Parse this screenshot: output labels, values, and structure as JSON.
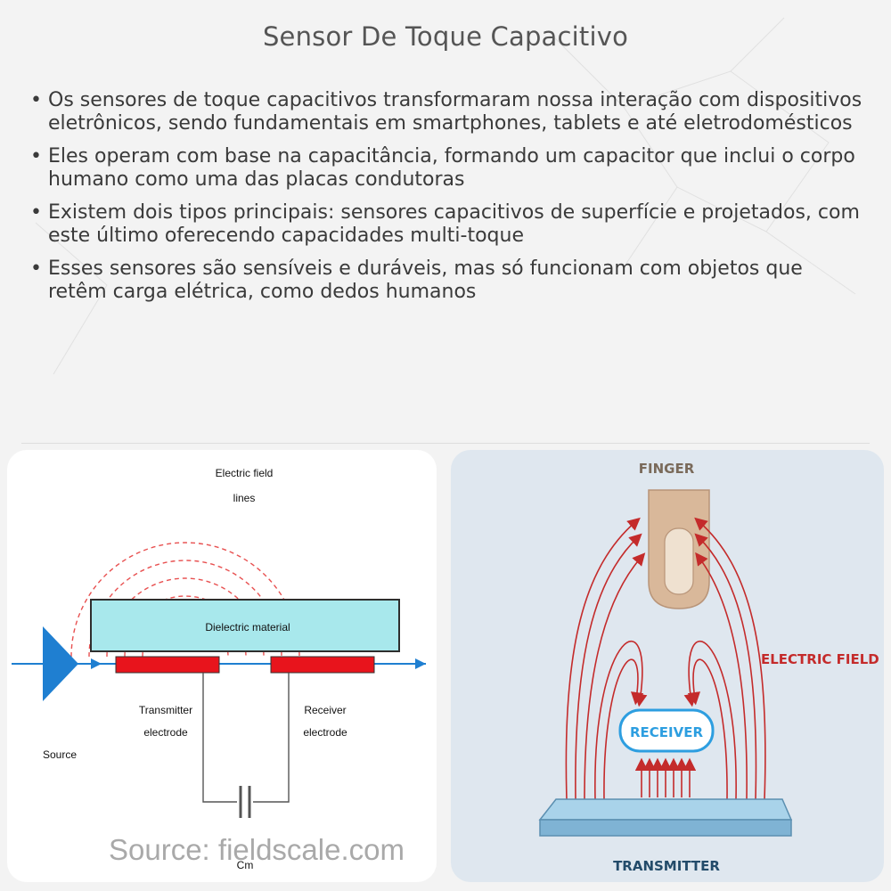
{
  "title": "Sensor De Toque Capacitivo",
  "bullets": [
    "Os sensores de toque capacitivos transformaram nossa interação com dispositivos eletrônicos, sendo fundamentais em smartphones, tablets e até eletrodomésticos",
    "Eles operam com base na capacitância, formando um capacitor que inclui o corpo humano como uma das placas condutoras",
    "Existem dois tipos principais: sensores capacitivos de superfície e projetados, com este último oferecendo capacidades multi-toque",
    "Esses sensores são sensíveis e duráveis, mas só funcionam com objetos que retêm carga elétrica, como dedos humanos"
  ],
  "left_diagram": {
    "field_lines_1": "Electric field",
    "field_lines_2": "lines",
    "dielectric": "Dielectric material",
    "transmitter_1": "Transmitter",
    "transmitter_2": "electrode",
    "receiver_1": "Receiver",
    "receiver_2": "electrode",
    "source": "Source",
    "capacitor": "Cm",
    "watermark": "Source: fieldscale.com"
  },
  "right_diagram": {
    "finger": "FINGER",
    "electric_field": "ELECTRIC FIELD",
    "receiver": "RECEIVER",
    "transmitter": "TRANSMITTER"
  },
  "colors": {
    "dielectric_fill": "#a8e8ec",
    "electrode": "#e8141c",
    "field_line_left": "#e85050",
    "field_line_right": "#c42b2b",
    "arrow_blue": "#1f7fd1",
    "receiver_border": "#2d9ee0",
    "finger": "#d9b89a"
  }
}
